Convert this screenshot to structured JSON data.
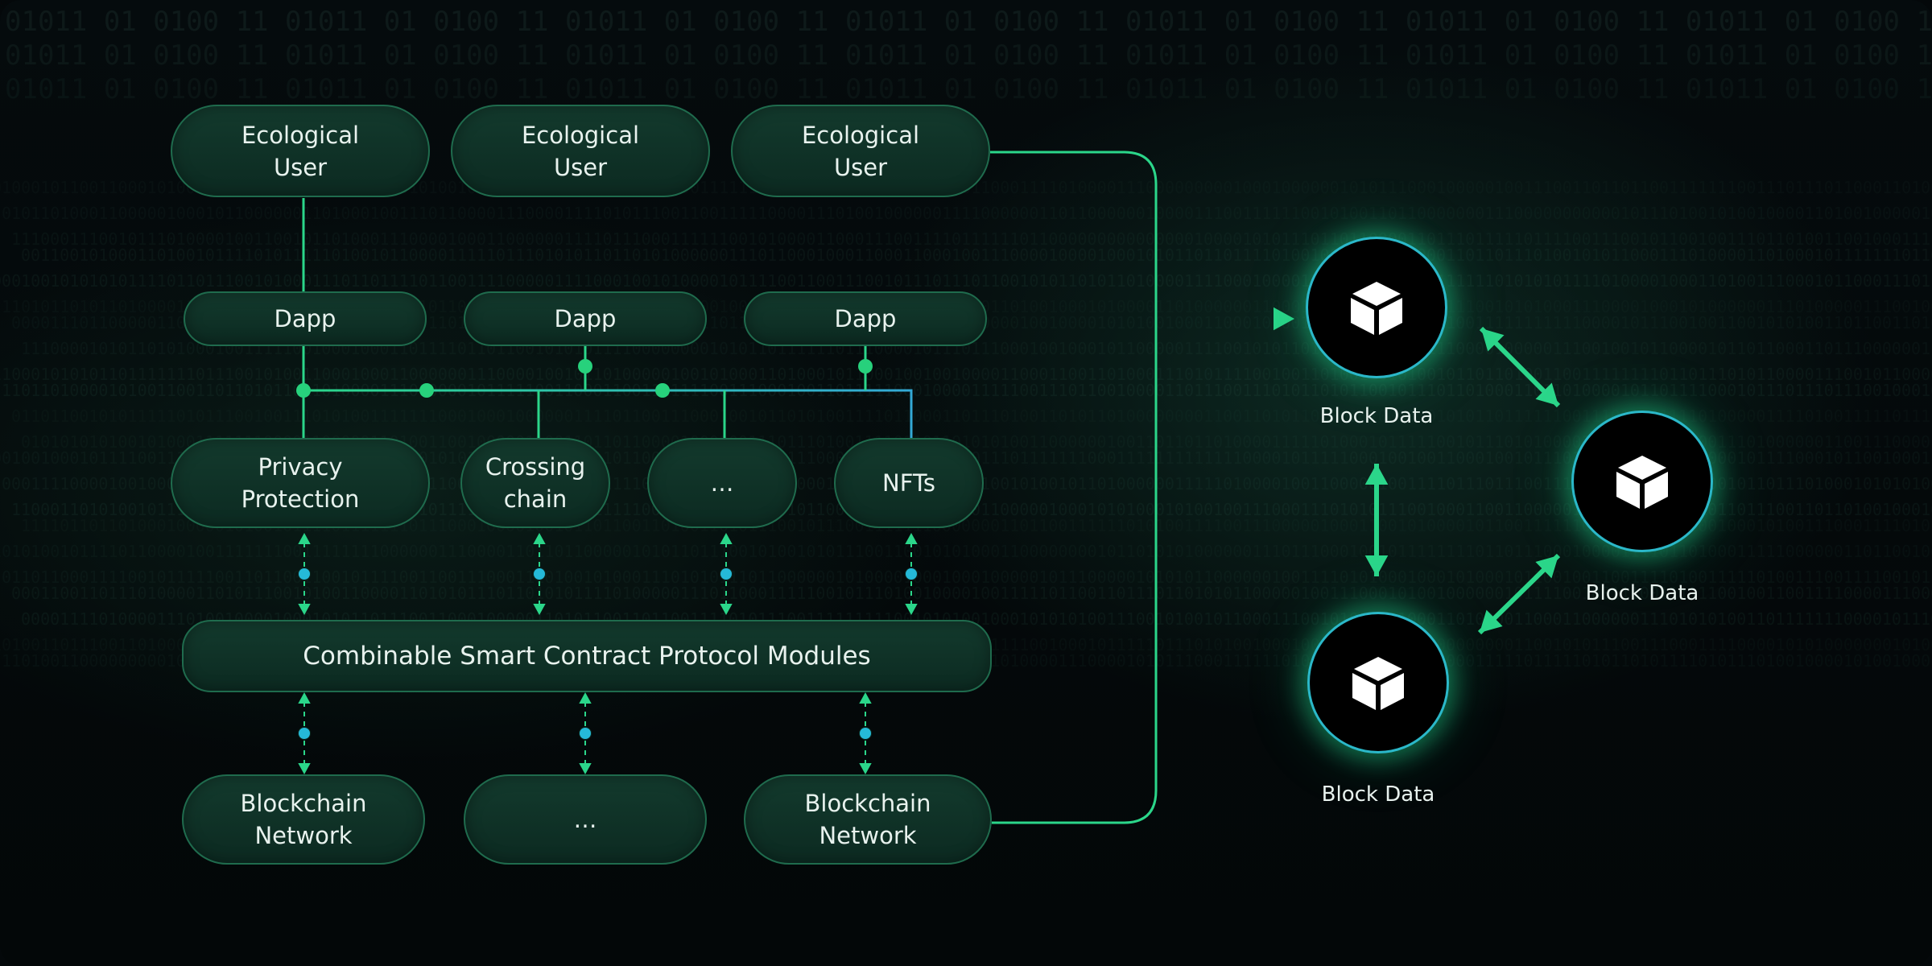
{
  "users": [
    "Ecological\nUser",
    "Ecological\nUser",
    "Ecological\nUser"
  ],
  "dapps": [
    "Dapp",
    "Dapp",
    "Dapp"
  ],
  "features": [
    "Privacy\nProtection",
    "Crossing\nchain",
    "…",
    "NFTs"
  ],
  "modules_label": "Combinable Smart Contract Protocol Modules",
  "networks": [
    "Blockchain\nNetwork",
    "…",
    "Blockchain\nNetwork"
  ],
  "block_nodes": [
    "Block Data",
    "Block Data",
    "Block Data"
  ],
  "background_binary": "01011   01 0100 11",
  "icons": {
    "block": "cube-icon"
  },
  "colors": {
    "line_green": "#2bd68a",
    "line_blue": "#33a9d6",
    "node_border": "#1f6b4d",
    "node_fill": "#0f3327",
    "dot_green": "#27d17c",
    "dot_blue": "#25b9d8"
  }
}
